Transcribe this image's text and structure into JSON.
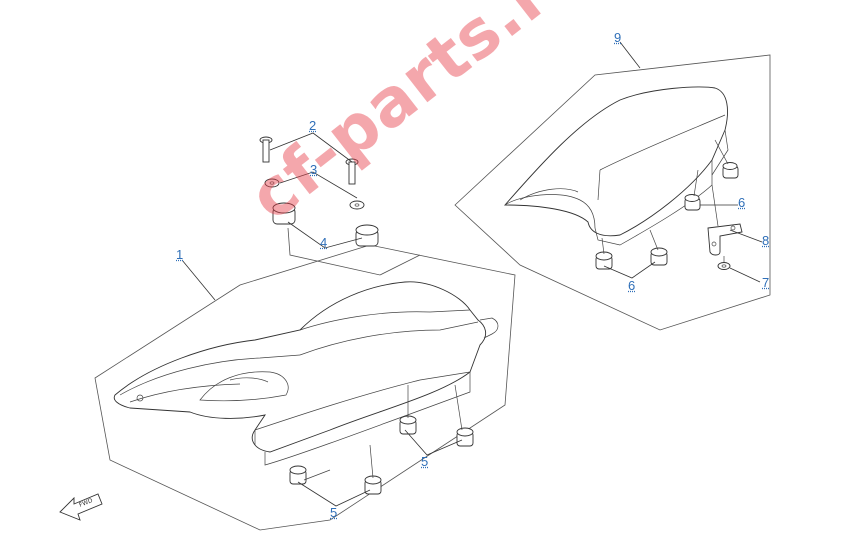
{
  "callouts": {
    "c1": "1",
    "c2": "2",
    "c3": "3",
    "c4": "4",
    "c5a": "5",
    "c5b": "5",
    "c6a": "6",
    "c6b": "6",
    "c7": "7",
    "c8": "8",
    "c9": "9"
  },
  "watermark": "cf-parts.ru",
  "colors": {
    "callout": "#2f6fb8",
    "watermark": "#e63c46",
    "line": "#333333"
  },
  "icons": {
    "direction": "front-arrow-icon"
  }
}
